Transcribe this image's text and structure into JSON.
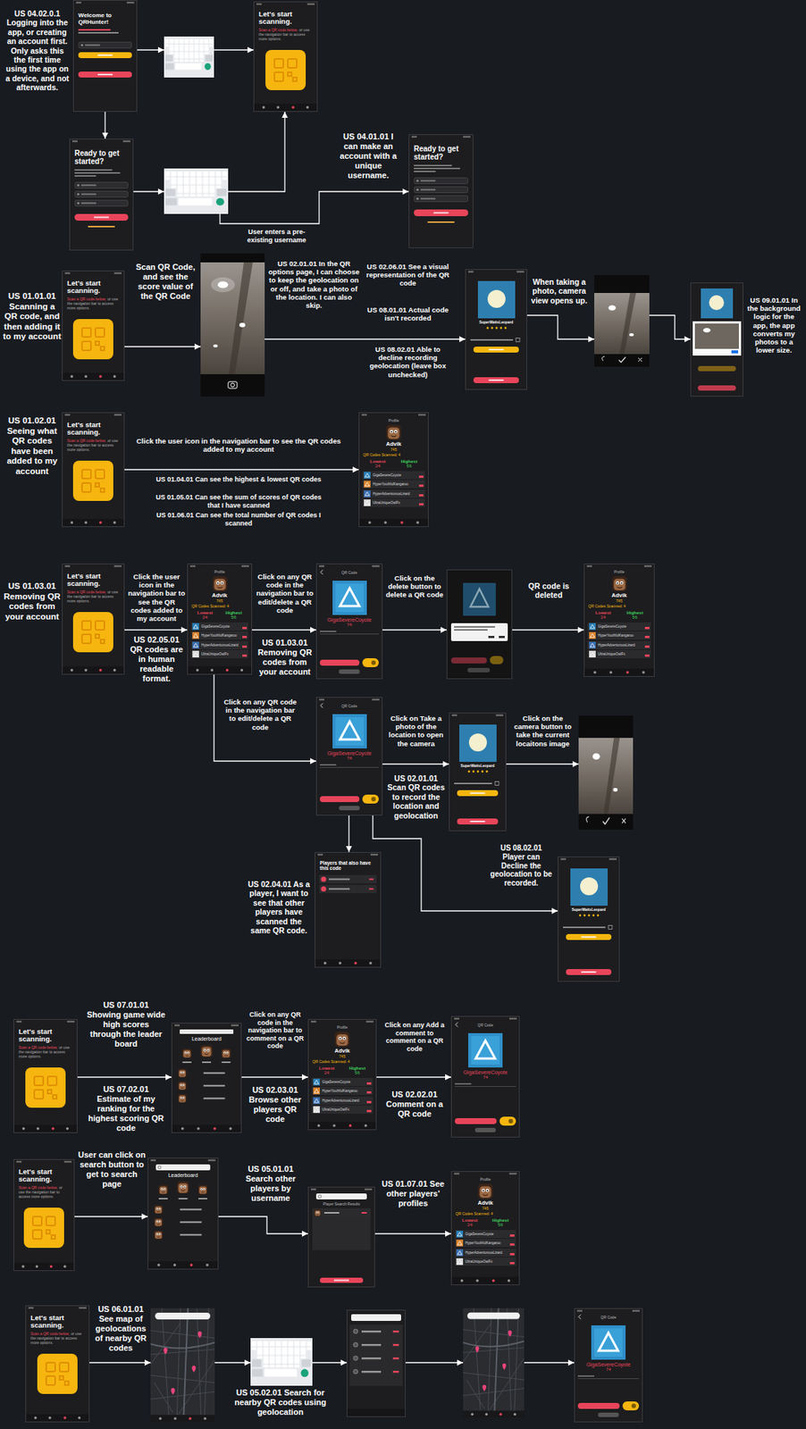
{
  "diagram": {
    "nodes": [
      {
        "text": [
          "Welcome to QRHunter!"
        ]
      },
      {
        "text": [
          "Let's start scanning.",
          "Scan a QR code below,",
          "or use the navigation bar to access more options."
        ]
      },
      {
        "text": [
          "Ready to get started?"
        ]
      },
      {
        "text": [
          "Ready to get started?"
        ]
      },
      {
        "text": [
          "Let's start scanning.",
          "Scan a QR code below,",
          "or use the navigation bar to access more options."
        ]
      },
      {
        "text": [
          "SuperWattsLeopard"
        ]
      },
      {
        "text": [
          "Let's start scanning.",
          "Scan a QR code below,",
          "or use the navigation bar to access more options."
        ]
      },
      {
        "text": [
          "Profile",
          "Advik",
          "745",
          "QR Codes Scanned: 4",
          "Lowest",
          "24",
          "Highest",
          "56",
          "GigaSevereCoyote",
          "HyperYouthfulKangaroo",
          "HyperAdventurousLizard",
          "UltraUniqueOwlFx"
        ]
      },
      {
        "text": [
          "Let's start scanning.",
          "Scan a QR code below,",
          "or use the navigation bar to access more options."
        ]
      },
      {
        "text": [
          "Profile",
          "Advik",
          "745",
          "QR Codes Scanned: 4",
          "Lowest",
          "24",
          "Highest",
          "56",
          "GigaSevereCoyote",
          "HyperYouthfulKangaroo",
          "HyperAdventurousLizard",
          "UltraUniqueOwlFx"
        ]
      },
      {
        "text": [
          "QR Code",
          "GigaSevereCoyote",
          "74"
        ]
      },
      {
        "text": [
          "Profile",
          "Advik",
          "745",
          "QR Codes Scanned: 4",
          "Lowest",
          "24",
          "Highest",
          "56",
          "GigaSevereCoyote",
          "HyperYouthfulKangaroo",
          "HyperAdventurousLizard",
          "UltraUniqueOwlFx"
        ]
      },
      {
        "text": [
          "QR Code",
          "GigaSevereCoyote",
          "74"
        ]
      },
      {
        "text": [
          "SuperWattsLeopard"
        ]
      },
      {
        "text": [
          "Players that also have this code"
        ]
      },
      {
        "text": [
          "SuperWattsLeopard"
        ]
      },
      {
        "text": [
          "Let's start scanning.",
          "Scan a QR code below,",
          "or use the navigation bar to access more options."
        ]
      },
      {
        "text": [
          "Leaderboard"
        ]
      },
      {
        "text": [
          "Profile",
          "Advik",
          "745",
          "QR Codes Scanned: 4",
          "Lowest",
          "24",
          "Highest",
          "56",
          "GigaSevereCoyote",
          "HyperYouthfulKangaroo",
          "HyperAdventurousLizard",
          "UltraUniqueOwlFx"
        ]
      },
      {
        "text": [
          "QR Code",
          "GigaSevereCoyote",
          "74"
        ]
      },
      {
        "text": [
          "Let's start scanning.",
          "Scan a QR code below,",
          "or use the navigation bar to access more options."
        ]
      },
      {
        "text": [
          "Leaderboard"
        ]
      },
      {
        "text": [
          "Player Search Results"
        ]
      },
      {
        "text": [
          "Profile",
          "Advik",
          "745",
          "QR Codes Scanned: 4",
          "Lowest",
          "24",
          "Highest",
          "56",
          "GigaSevereCoyote",
          "HyperYouthfulKangaroo",
          "HyperAdventurousLizard",
          "UltraUniqueOwlFx"
        ]
      },
      {
        "text": [
          "Let's start scanning.",
          "Scan a QR code below,",
          "or use the navigation bar to access more options."
        ]
      },
      {
        "text": [
          "QR Code",
          "GigaSevereCoyote",
          "74"
        ]
      }
    ],
    "edges": [
      {
        "from": 0,
        "to": 2,
        "arrow": "to"
      },
      {
        "from": 6,
        "to": 7,
        "arrow": "to"
      },
      {
        "from": 8,
        "to": 9,
        "arrow": "to"
      },
      {
        "from": 9,
        "to": 10,
        "arrow": "to"
      },
      {
        "from": 9,
        "to": 12,
        "arrow": "to"
      },
      {
        "from": 12,
        "to": 13,
        "arrow": "to"
      },
      {
        "from": 12,
        "to": 14,
        "arrow": "to"
      },
      {
        "from": 12,
        "to": 15,
        "arrow": "to"
      },
      {
        "from": 16,
        "to": 17,
        "arrow": "to"
      },
      {
        "from": 17,
        "to": 18,
        "arrow": "to"
      },
      {
        "from": 18,
        "to": 19,
        "arrow": "to"
      },
      {
        "from": 20,
        "to": 21,
        "arrow": "to"
      },
      {
        "from": 21,
        "to": 22,
        "arrow": "to"
      },
      {
        "from": 22,
        "to": 23,
        "arrow": "to"
      }
    ],
    "labels": [
      "US 04.02.0.1 Logging into the app, or creating an account first. Only asks this the first time using the app on a device, and not afterwards.",
      "US 04.01.01 I can make an account with a unique username.",
      "User enters a pre-existing username",
      "US 01.01.01 Scanning a QR code, and then adding it to my account",
      "Scan QR Code, and see the score value of the QR Code",
      "US 02.01.01 In the QR options page, I can choose to keep the geolocation on or off, and take a photo of the location. I can also skip.",
      "US 02.06.01 See a visual representation of the QR code",
      "US 08.01.01 Actual code isn't recorded",
      "US 08.02.01 Able to decline recording geolocation (leave box unchecked)",
      "When taking a photo, camera view opens up.",
      "US 09.01.01 In the background logic for the app, the app converts my photos to a lower size.",
      "US 01.02.01 Seeing what QR codes have been added to my account",
      "Click the user icon in the navigation bar to see the QR codes added to my account",
      "US 01.04.01 Can see the highest & lowest QR codes",
      "US 01.05.01 Can see the sum of scores of QR codes that I have scanned",
      "US 01.06.01 Can see the total number of QR codes I scanned",
      "US 01.03.01 Removing QR codes from your account",
      "Click the user icon in the navigation bar to see the QR codes added to my account",
      "US 02.05.01 QR codes are in human readable format.",
      "Click on any QR code in the navigation bar to edit/delete a QR code",
      "US 01.03.01 Removing QR codes from your account",
      "Click on the delete button to delete a QR code",
      "QR code is deleted",
      "Click on any QR code in the navigation bar to edit/delete a QR code",
      "Click on Take a photo of the location to open the camera",
      "US 02.01.01 Scan QR codes to record the location and geolocation",
      "Click on the camera button to take the current locaitons image",
      "US 02.04.01 As a player, I want to see that other players have scanned the same QR code.",
      "US 08.02.01 Player can Decline the geolocation to be recorded.",
      "US 07.01.01 Showing game wide high scores through the leader board",
      "US 07.02.01 Estimate of my ranking for the highest scoring QR code",
      "Click on any QR code in the navigation bar to comment on a QR code",
      "US 02.03.01 Browse other players QR code",
      "Click on any Add a comment to comment on a QR code",
      "US 02.02.01 Comment on a QR code",
      "User can click on search button to get to search page",
      "US 05.01.01 Search other players by username",
      "US 01.07.01 See other players' profiles",
      "US 06.01.01 See map of geolocations of nearby QR codes",
      "US 05.02.01 Search for nearby QR codes using geolocation"
    ]
  }
}
